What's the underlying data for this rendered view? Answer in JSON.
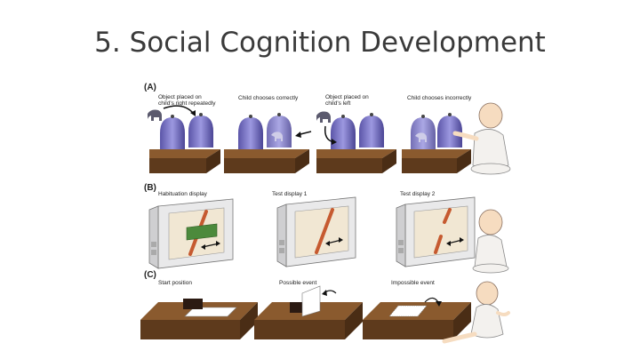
{
  "slide": {
    "title": "5. Social Cognition Development"
  },
  "figure": {
    "panels": [
      {
        "id": "(A)",
        "captions": [
          [
            "Object placed on",
            "child's right repeatedly"
          ],
          [
            "Child chooses correctly"
          ],
          [
            "Object placed on",
            "child's left"
          ],
          [
            "Child chooses incorrectly"
          ]
        ]
      },
      {
        "id": "(B)",
        "captions": [
          [
            "Habituation display"
          ],
          [
            "Test display  1"
          ],
          [
            "Test display  2"
          ]
        ]
      },
      {
        "id": "(C)",
        "captions": [
          [
            "Start position"
          ],
          [
            "Possible event"
          ],
          [
            "Impossible event"
          ]
        ]
      }
    ]
  },
  "colors": {
    "cup": "#7b76c4",
    "box_top": "#8a5a2e",
    "box_side": "#5e3a1c",
    "screen": "#f1e7d3",
    "rod": "#c65a30",
    "occluder": "#4c8a3c"
  }
}
